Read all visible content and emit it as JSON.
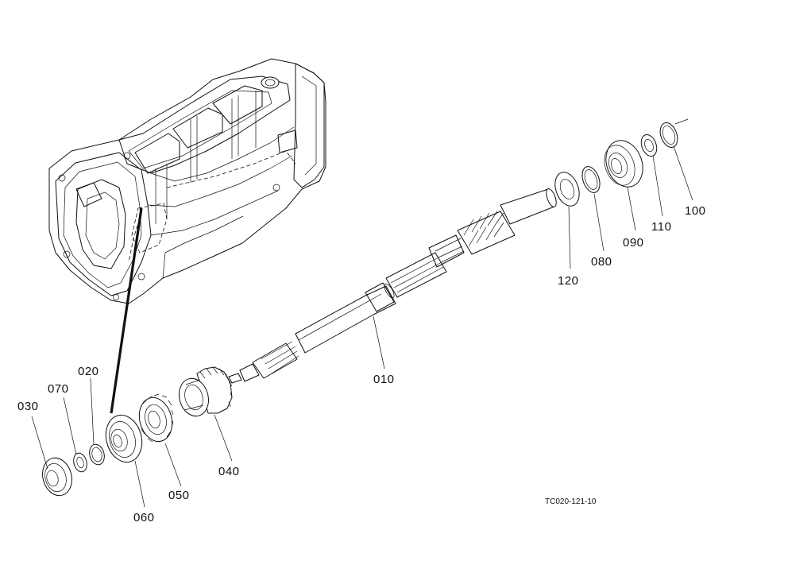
{
  "parts": [
    {
      "id": "p010",
      "label": "010",
      "name": "shaft"
    },
    {
      "id": "p020",
      "label": "020",
      "name": "circlip"
    },
    {
      "id": "p030",
      "label": "030",
      "name": "bearing"
    },
    {
      "id": "p040",
      "label": "040",
      "name": "gear"
    },
    {
      "id": "p050",
      "label": "050",
      "name": "bevel gear"
    },
    {
      "id": "p060",
      "label": "060",
      "name": "bearing"
    },
    {
      "id": "p070",
      "label": "070",
      "name": "collar"
    },
    {
      "id": "p080",
      "label": "080",
      "name": "circlip"
    },
    {
      "id": "p090",
      "label": "090",
      "name": "bearing"
    },
    {
      "id": "p100",
      "label": "100",
      "name": "circlip"
    },
    {
      "id": "p110",
      "label": "110",
      "name": "collar"
    },
    {
      "id": "p120",
      "label": "120",
      "name": "seal"
    }
  ],
  "labels": {
    "p010": "010",
    "p020": "020",
    "p030": "030",
    "p040": "040",
    "p050": "050",
    "p060": "060",
    "p070": "070",
    "p080": "080",
    "p090": "090",
    "p100": "100",
    "p110": "110",
    "p120": "120"
  },
  "figure_code": "TC020-121-10"
}
